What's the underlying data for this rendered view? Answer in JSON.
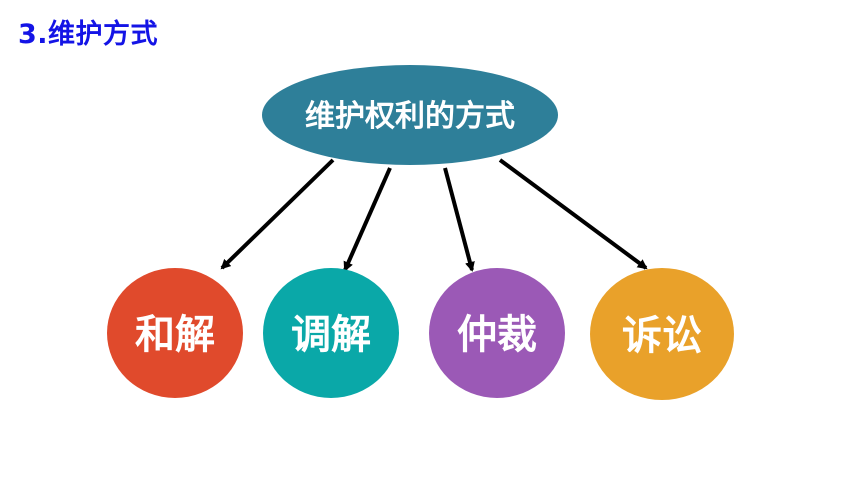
{
  "slide": {
    "heading": "3.维护方式"
  },
  "diagram": {
    "root": {
      "label": "维护权利的方式",
      "color": "#2e7f99"
    },
    "children": [
      {
        "label": "和解",
        "color": "#e04a2c"
      },
      {
        "label": "调解",
        "color": "#0aa8a8"
      },
      {
        "label": "仲裁",
        "color": "#9b59b6"
      },
      {
        "label": "诉讼",
        "color": "#e9a12a"
      }
    ],
    "arrow_color": "#000000"
  }
}
